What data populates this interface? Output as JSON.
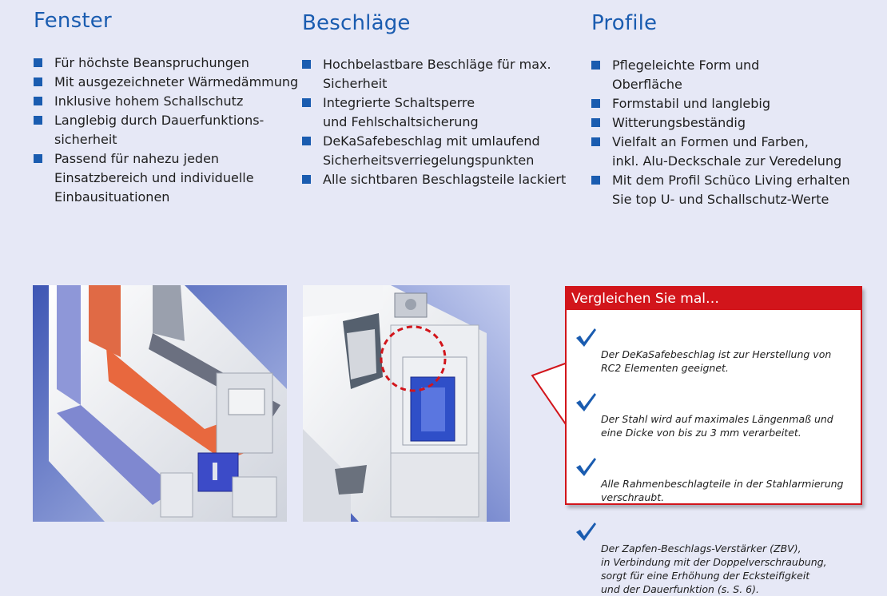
{
  "columns": [
    {
      "title": "Fenster",
      "items": [
        "Für höchste Beanspruchungen",
        "Mit ausgezeichneter Wärmedämmung",
        "Inklusive hohem Schallschutz",
        "Langlebig durch Dauerfunktions-\nsicherheit",
        "Passend für nahezu jeden\nEinsatzbereich und individuelle\nEinbausituationen"
      ]
    },
    {
      "title": "Beschläge",
      "items": [
        "Hochbelastbare Beschläge für max.\nSicherheit",
        "Integrierte Schaltsperre\nund Fehlschaltsicherung",
        "DeKaSafebeschlag mit umlaufend\nSicherheitsverriegelungspunkten",
        "Alle sichtbaren Beschlagsteile lackiert"
      ]
    },
    {
      "title": "Profile",
      "items": [
        "Pflegeleichte Form und\nOberfläche",
        "Formstabil und langlebig",
        "Witterungsbeständig",
        "Vielfalt an Formen und Farben,\ninkl. Alu-Deckschale zur Veredelung",
        "Mit dem Profil Schüco Living erhalten\nSie top U- und Schallschutz-Werte"
      ]
    }
  ],
  "callout": {
    "title": "Vergleichen Sie mal…",
    "items": [
      "Der DeKaSafebeschlag ist zur Herstellung von\nRC2 Elementen geeignet.",
      "Der Stahl wird auf maximales Längenmaß und\neine Dicke von bis zu 3 mm verarbeitet.",
      "Alle Rahmenbeschlagteile in der Stahlarmierung\nverschraubt.",
      "Der Zapfen-Beschlags-Verstärker (ZBV),\nin Verbindung mit der Doppelverschraubung,\nsorgt für eine Erhöhung der Ecksteifigkeit\nund der Dauerfunktion (s. S. 6)."
    ]
  },
  "colors": {
    "heading_blue": "#1a5cb0",
    "accent_red": "#d2151b",
    "background": "#e6e8f6"
  }
}
